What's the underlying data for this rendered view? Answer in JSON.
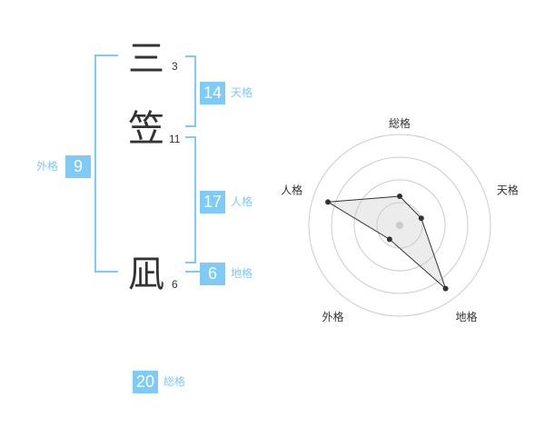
{
  "name": {
    "chars": [
      {
        "char": "三",
        "strokes": "3"
      },
      {
        "char": "笠",
        "strokes": "11"
      },
      {
        "char": "凪",
        "strokes": "6"
      }
    ]
  },
  "scores": {
    "tenkaku": {
      "value": "14",
      "label": "天格"
    },
    "jinkaku": {
      "value": "17",
      "label": "人格"
    },
    "chikaku": {
      "value": "6",
      "label": "地格"
    },
    "gaikaku": {
      "value": "9",
      "label": "外格"
    },
    "soukaku": {
      "value": "20",
      "label": "総格"
    }
  },
  "colors": {
    "accent": "#7fcaf6",
    "text": "#333333",
    "grid": "#cccccc"
  },
  "chart_data": {
    "type": "radar",
    "axes": [
      "総格",
      "天格",
      "地格",
      "外格",
      "人格"
    ],
    "values": [
      0.32,
      0.25,
      0.86,
      0.19,
      0.83
    ],
    "scale_max": 1,
    "rings": 4
  }
}
